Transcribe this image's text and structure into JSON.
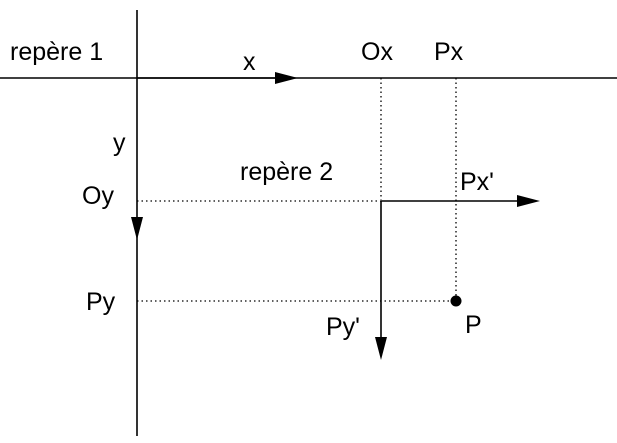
{
  "colors": {
    "ink": "#000000",
    "background": "#ffffff"
  },
  "labels": {
    "frame1": "repère 1",
    "x_axis": "x",
    "y_axis": "y",
    "ox": "Ox",
    "px": "Px",
    "oy": "Oy",
    "py": "Py",
    "frame2": "repère 2",
    "px_prime": "Px'",
    "py_prime": "Py'",
    "point_p": "P"
  }
}
